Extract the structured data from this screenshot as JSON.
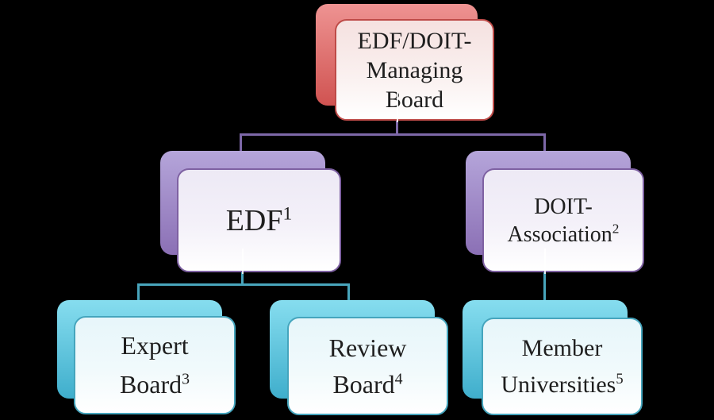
{
  "diagram": {
    "type": "org-chart",
    "nodes": {
      "managing_board": {
        "lines": [
          "EDF/DOIT-",
          "Managing",
          "Board"
        ],
        "sup": ""
      },
      "edf": {
        "lines": [
          "EDF"
        ],
        "sup": "1"
      },
      "doit_association": {
        "lines": [
          "DOIT-",
          "Association"
        ],
        "sup": "2"
      },
      "expert_board": {
        "lines": [
          "Expert",
          "Board"
        ],
        "sup": "3"
      },
      "review_board": {
        "lines": [
          "Review",
          "Board"
        ],
        "sup": "4"
      },
      "member_universities": {
        "lines": [
          "Member",
          "Universities"
        ],
        "sup": "5"
      }
    },
    "edges": [
      {
        "from": "managing_board",
        "to": "edf"
      },
      {
        "from": "managing_board",
        "to": "doit_association"
      },
      {
        "from": "edf",
        "to": "expert_board"
      },
      {
        "from": "edf",
        "to": "review_board"
      },
      {
        "from": "doit_association",
        "to": "member_universities"
      }
    ],
    "palette": {
      "background": "#000000",
      "text": "#1F1F1F",
      "level1_accent": "#C0504D",
      "level2_accent": "#8064A2",
      "level3_accent": "#4BACC6",
      "connector_top": "#7D68A8",
      "connector_bottom": "#48A5BC"
    }
  }
}
